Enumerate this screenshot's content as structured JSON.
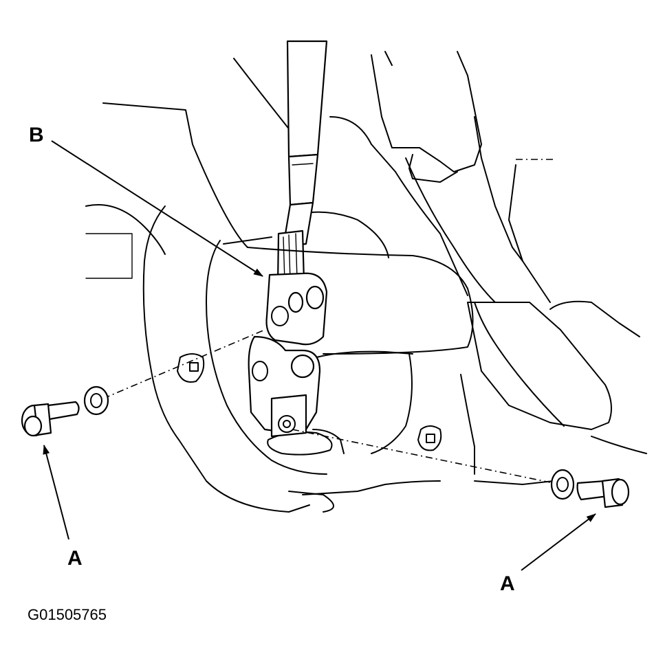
{
  "callouts": {
    "b_label": "B",
    "a_left_label": "A",
    "a_right_label": "A"
  },
  "figure_id": "G01505765"
}
